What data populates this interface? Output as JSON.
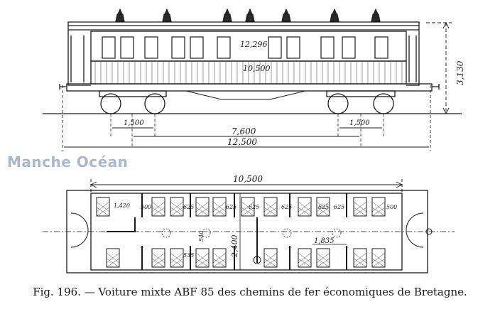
{
  "watermark": "Manche Océan",
  "caption": "Fig. 196. — Voiture mixte ABF 85 des chemins de fer économiques de Bretagne.",
  "side_view": {
    "dim_height_outer": "12,296",
    "dim_height_inner": "10,500",
    "dim_total_height": "3,130",
    "dim_bogie_left": "1,500",
    "dim_bogie_right": "1,500",
    "dim_bogie_centers": "7,600",
    "dim_overall_length": "12,500"
  },
  "plan_view": {
    "dim_body_length": "10,500",
    "dim_width": "2,400",
    "dim_1420": "1,420",
    "dim_500_left": "500",
    "dim_625_a": "625",
    "dim_625_b": "625",
    "dim_625_c": "625",
    "dim_625_d": "625",
    "dim_625_e": "625",
    "dim_625_f": "625",
    "dim_500_right": "500",
    "dim_1835": "1,835",
    "dim_535": "535",
    "dim_540": "540"
  }
}
